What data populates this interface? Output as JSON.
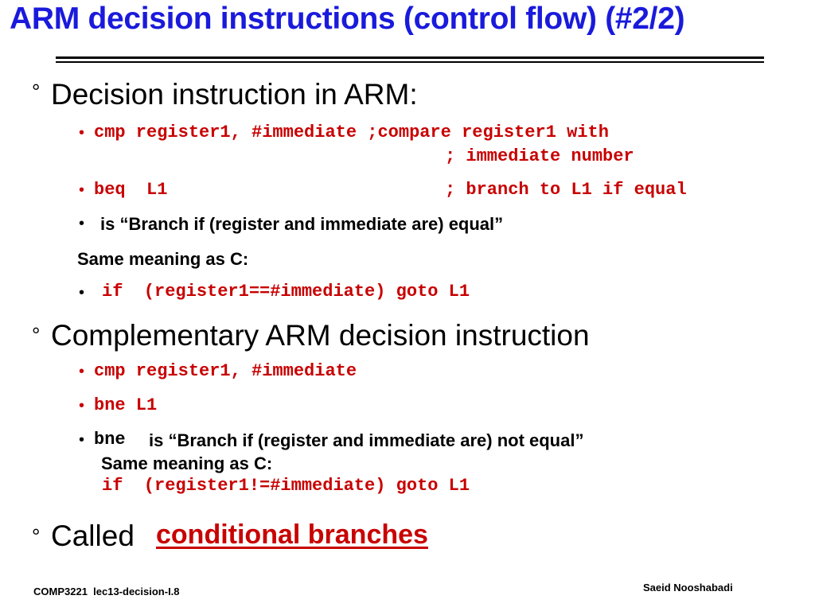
{
  "slide": {
    "title": "ARM decision instructions (control flow) (#2/2)",
    "bullet_deg": "°",
    "bullet_dot": "•",
    "section1": {
      "heading": "Decision instruction in ARM:",
      "cmp_line": "cmp register1, #immediate ;compare register1 with",
      "cmp_cont": "; immediate number",
      "beq_instr": "beq  L1",
      "beq_comment": "; branch to L1 if equal",
      "is_text": "is “Branch if (register and immediate are) equal”",
      "same_meaning": "Same meaning as C:",
      "c_code": "if  (register1==#immediate) goto L1"
    },
    "section2": {
      "heading": "Complementary ARM decision instruction",
      "cmp_line": "cmp register1, #immediate",
      "bne_line": "bne L1",
      "bne_word": "bne",
      "bne_text": "is “Branch if (register and immediate are) not equal”",
      "same_meaning": "Same meaning as C:",
      "c_code": "if  (register1!=#immediate) goto L1"
    },
    "section3": {
      "prefix": "Called",
      "link_text": "conditional branches"
    },
    "footer": {
      "left": "COMP3221  lec13-decision-I.8",
      "right": "Saeid Nooshabadi"
    }
  }
}
